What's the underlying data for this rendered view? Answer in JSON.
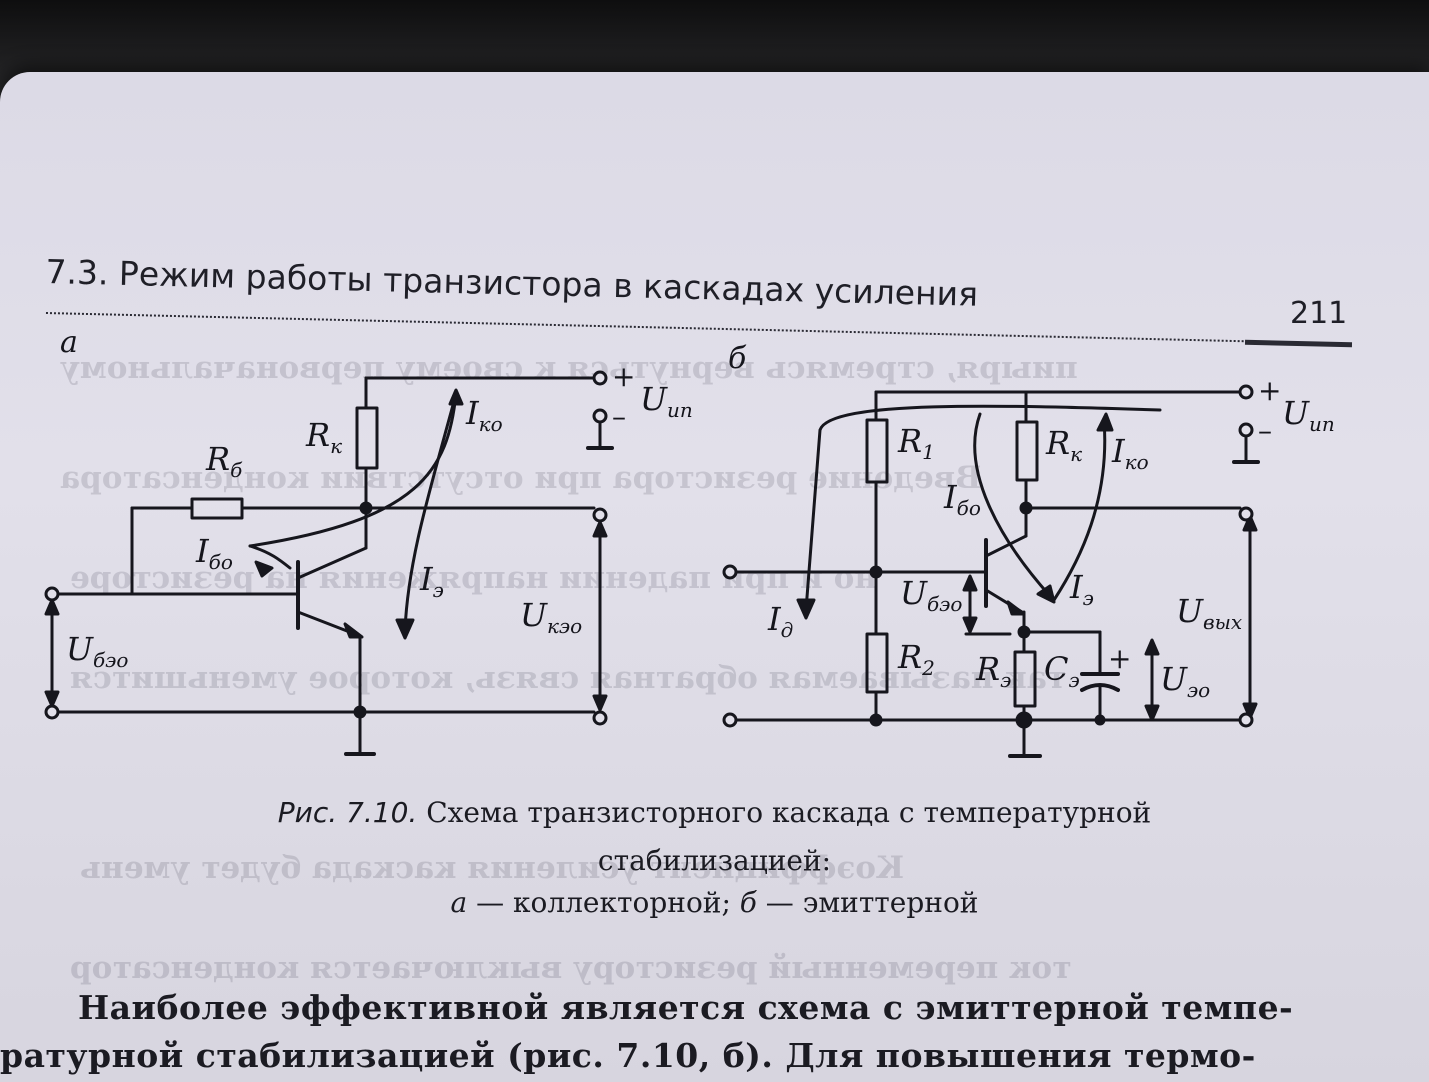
{
  "header": {
    "running_head": "7.3. Режим работы транзистора в каскадах усиления",
    "page_number": "211"
  },
  "figure": {
    "panel_a": {
      "letter": "а",
      "labels": {
        "Rb": "R",
        "Rb_sub": "б",
        "Rk": "R",
        "Rk_sub": "к",
        "Iko": "I",
        "Iko_sub": "ко",
        "Ibo": "I",
        "Ibo_sub": "бо",
        "Ie": "I",
        "Ie_sub": "э",
        "Uip": "U",
        "Uip_sub": "ип",
        "Ukeo": "U",
        "Ukeo_sub": "кэо",
        "Ubeo": "U",
        "Ubeo_sub": "бэо",
        "plus": "+",
        "minus": "–"
      }
    },
    "panel_b": {
      "letter": "б",
      "labels": {
        "R1": "R",
        "R1_sub": "1",
        "R2": "R",
        "R2_sub": "2",
        "Rk": "R",
        "Rk_sub": "к",
        "Re": "R",
        "Re_sub": "э",
        "Ce": "C",
        "Ce_sub": "э",
        "Iko": "I",
        "Iko_sub": "ко",
        "Ibo": "I",
        "Ibo_sub": "бо",
        "Ie": "I",
        "Ie_sub": "э",
        "Id": "I",
        "Id_sub": "д",
        "Ubeo": "U",
        "Ubeo_sub": "бэо",
        "Ueo": "U",
        "Ueo_sub": "эо",
        "Uvyh": "U",
        "Uvyh_sub": "вых",
        "Uip": "U",
        "Uip_sub": "ип",
        "plus": "+",
        "minus": "–",
        "cap_plus": "+"
      }
    },
    "caption": {
      "fig_label": "Рис. 7.10.",
      "line1": "Схема транзисторного каскада с температурной",
      "line2": "стабилизацией:",
      "line3_a": "а",
      "line3_rest_a": " — коллекторной; ",
      "line3_b": "б",
      "line3_rest_b": " — эмиттерной"
    }
  },
  "body": {
    "line1": "Наиболее эффективной является схема с эмиттерной темпе-",
    "line2": "ратурной стабилизацией (рис. 7.10, б). Для повышения термо-"
  }
}
